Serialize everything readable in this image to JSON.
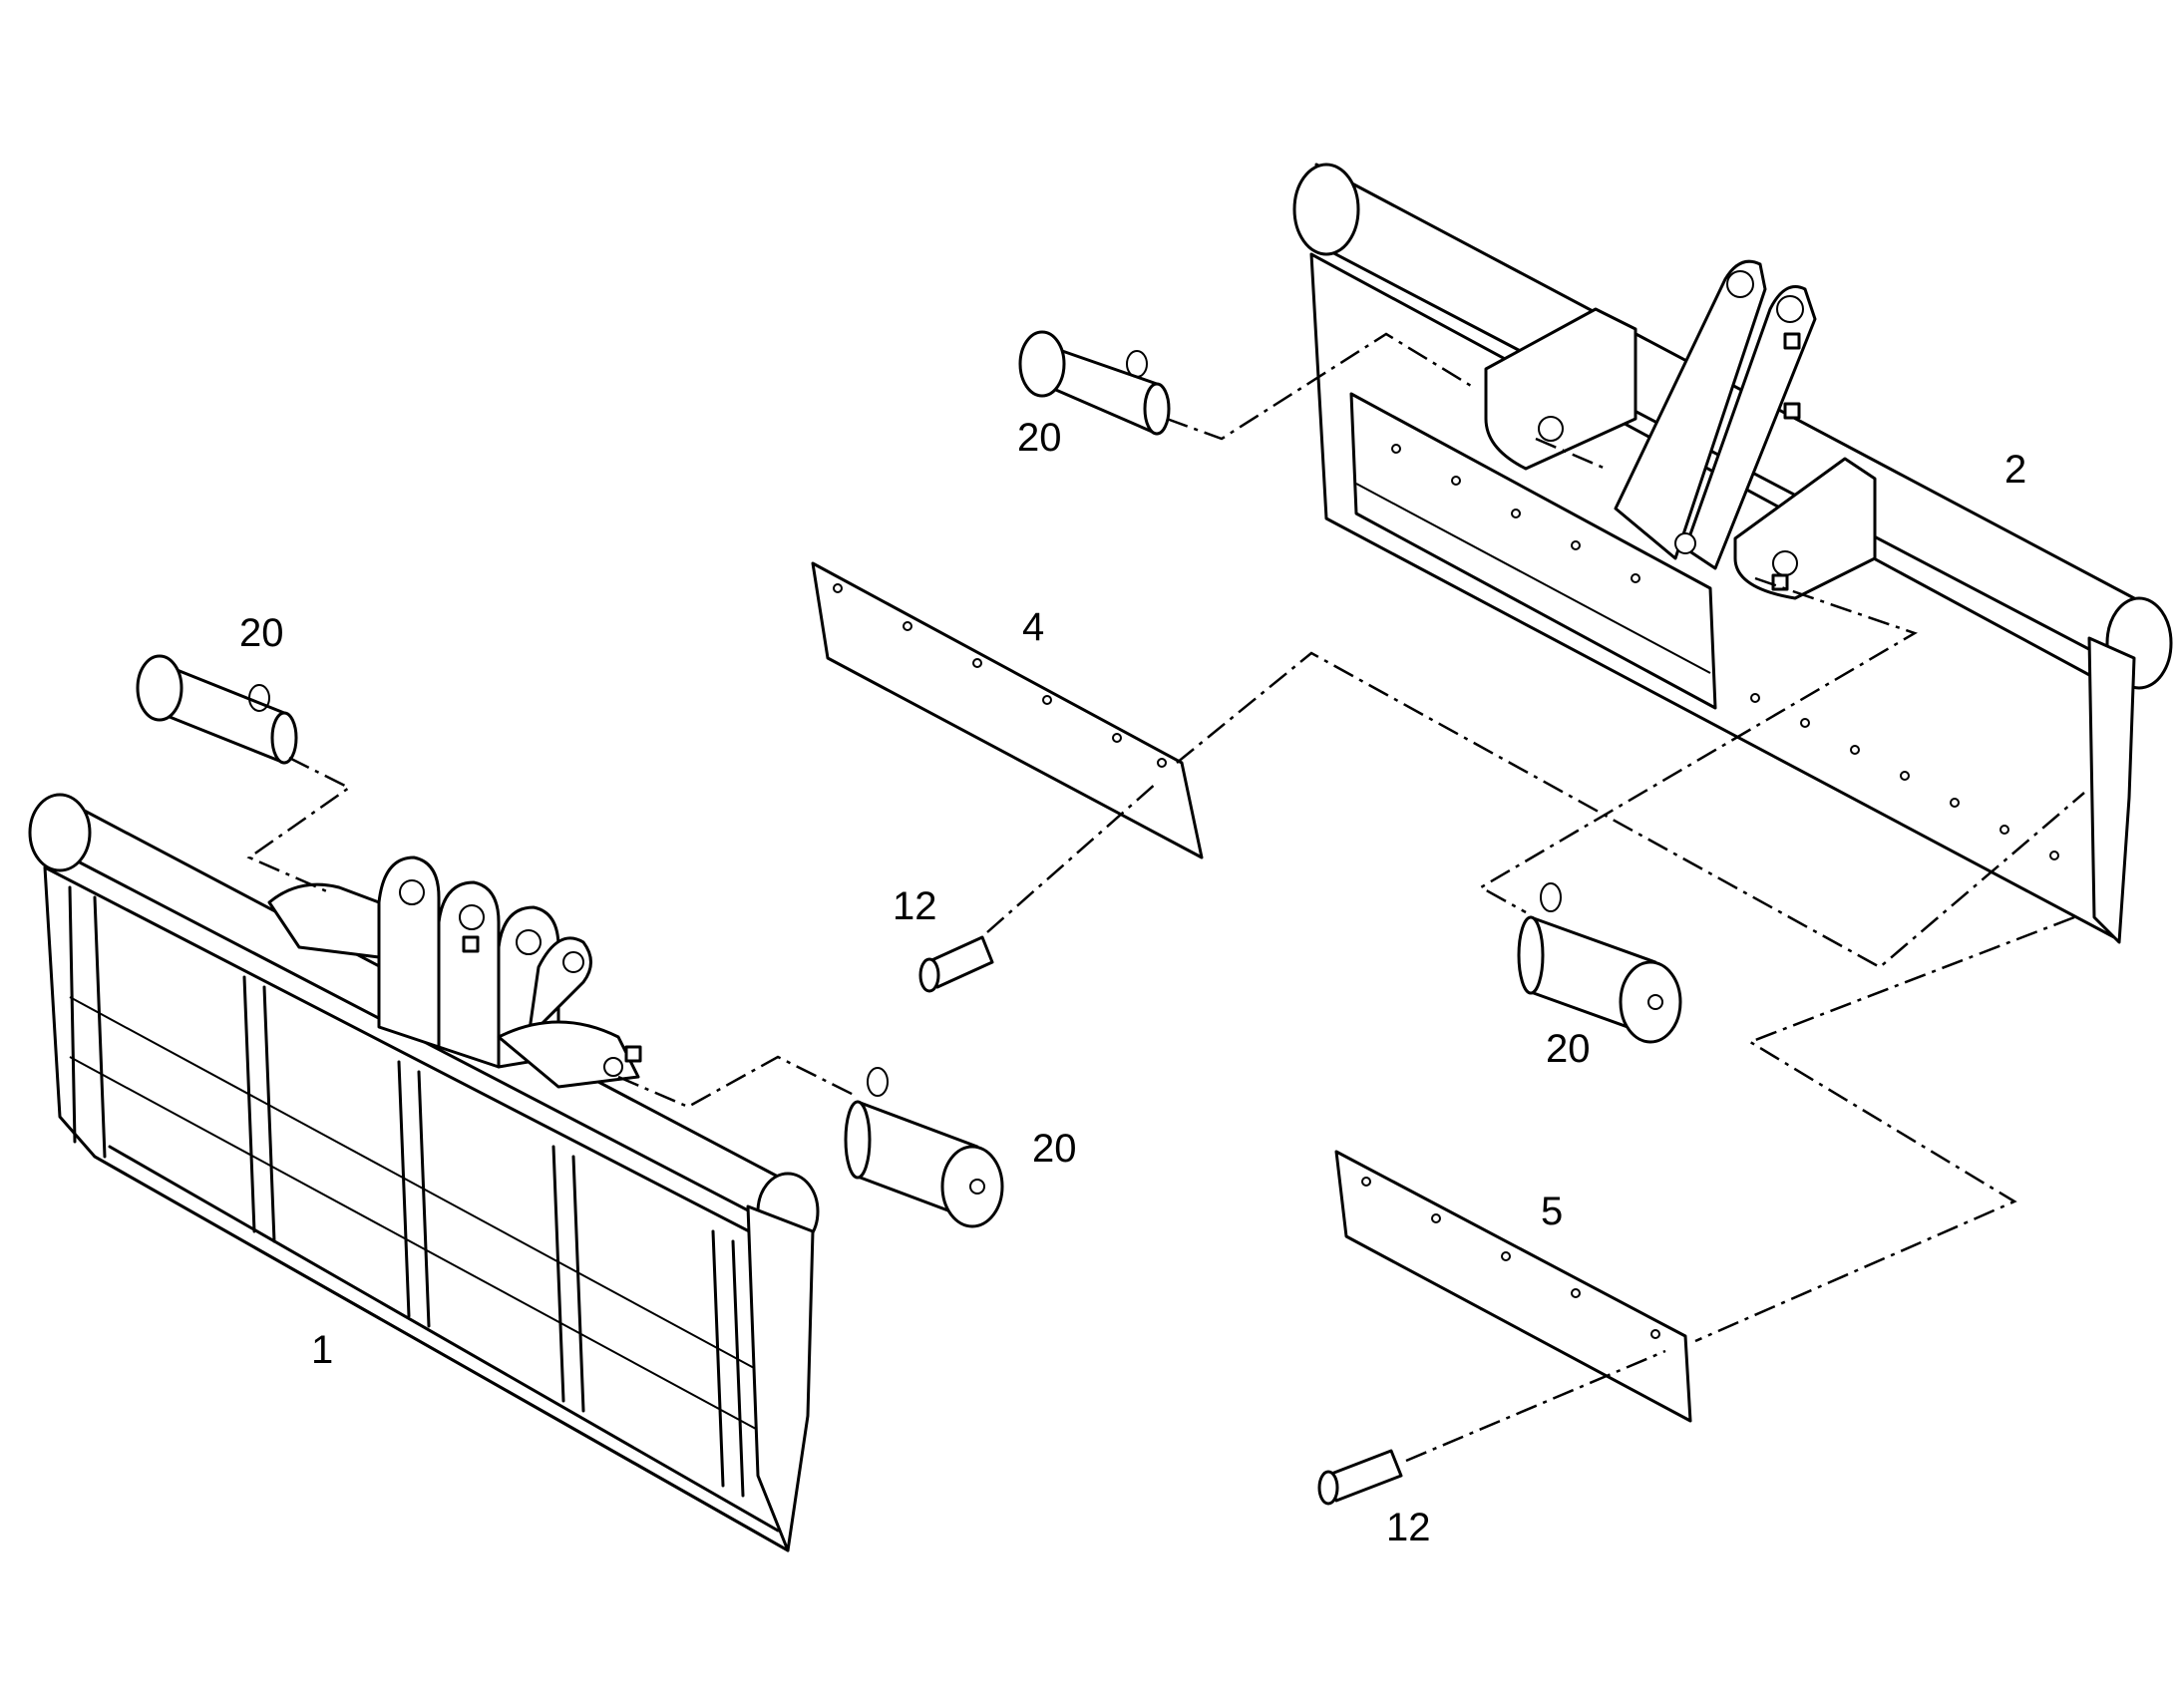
{
  "callouts": {
    "bucket_large": "1",
    "bucket_small": "2",
    "cutting_edge_a": "4",
    "cutting_edge_b": "5",
    "bolt_a": "12",
    "bolt_b": "12",
    "pin_a": "20",
    "pin_b": "20",
    "pin_c": "20",
    "pin_d": "20"
  }
}
